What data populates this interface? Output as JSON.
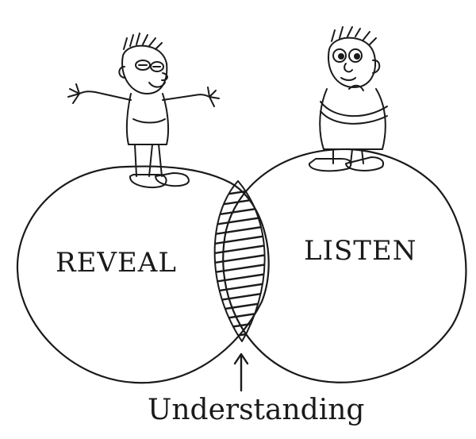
{
  "diagram": {
    "left_circle_label": "REVEAL",
    "right_circle_label": "LISTEN",
    "overlap_label": "Understanding"
  },
  "colors": {
    "ink": "#1a1a1a",
    "paper": "#ffffff"
  },
  "figures": {
    "left": "cartoon-man-arms-open-icon",
    "right": "cartoon-man-arms-crossed-icon"
  }
}
